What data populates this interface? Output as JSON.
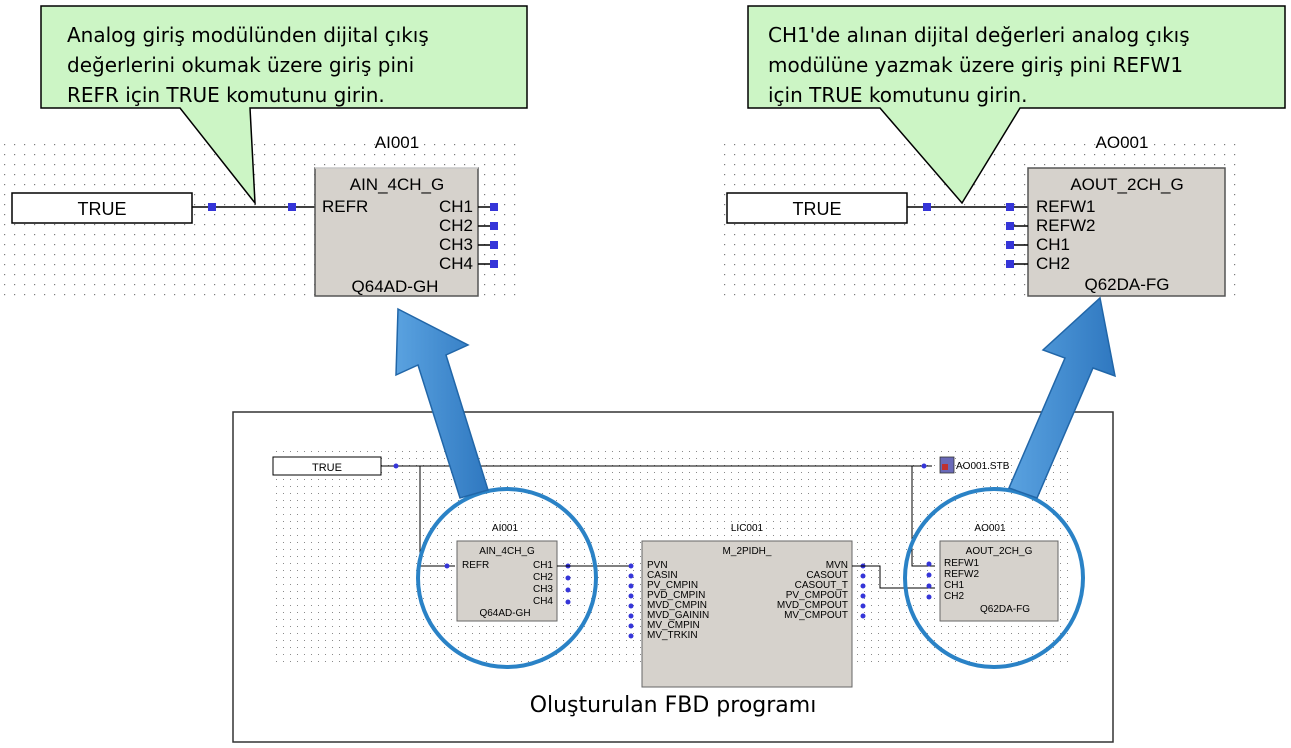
{
  "callout_left": {
    "lines": [
      "Analog giriş modülünden dijital çıkış",
      "değerlerini okumak üzere giriş pini",
      "REFR için TRUE komutunu girin."
    ]
  },
  "callout_right": {
    "lines": [
      "CH1'de alınan dijital değerleri analog çıkış",
      "modülüne yazmak üzere giriş pini REFW1",
      "için TRUE komutunu girin."
    ]
  },
  "left_block": {
    "instance": "AI001",
    "type": "AIN_4CH_G",
    "input": "REFR",
    "outputs": [
      "CH1",
      "CH2",
      "CH3",
      "CH4"
    ],
    "model": "Q64AD-GH",
    "constant": "TRUE"
  },
  "right_block": {
    "instance": "AO001",
    "type": "AOUT_2CH_G",
    "inputs": [
      "REFW1",
      "REFW2",
      "CH1",
      "CH2"
    ],
    "model": "Q62DA-FG",
    "constant": "TRUE"
  },
  "program": {
    "caption": "Oluşturulan FBD programı",
    "constant": "TRUE",
    "stb_label": "AO001.STB",
    "ai": {
      "instance": "AI001",
      "type": "AIN_4CH_G",
      "input": "REFR",
      "outputs": [
        "CH1",
        "CH2",
        "CH3",
        "CH4"
      ],
      "model": "Q64AD-GH"
    },
    "pid": {
      "instance": "LIC001",
      "type": "M_2PIDH_",
      "inputs": [
        "PVN",
        "CASIN",
        "PV_CMPIN",
        "PVD_CMPIN",
        "MVD_CMPIN",
        "MVD_GAININ",
        "MV_CMPIN",
        "MV_TRKIN"
      ],
      "outputs": [
        "MVN",
        "CASOUT",
        "CASOUT_T",
        "PV_CMPOUT",
        "MVD_CMPOUT",
        "MV_CMPOUT"
      ]
    },
    "ao": {
      "instance": "AO001",
      "type": "AOUT_2CH_G",
      "inputs": [
        "REFW1",
        "REFW2",
        "CH1",
        "CH2"
      ],
      "model": "Q62DA-FG"
    }
  },
  "colors": {
    "callout_fill": "#ccf5c5",
    "block_fill": "#d6d2cc",
    "arrow_fill": "#3f87cf",
    "arrow_stroke": "#2166a8",
    "circle_stroke": "#2a82c6",
    "pin_color": "#3535d8"
  }
}
